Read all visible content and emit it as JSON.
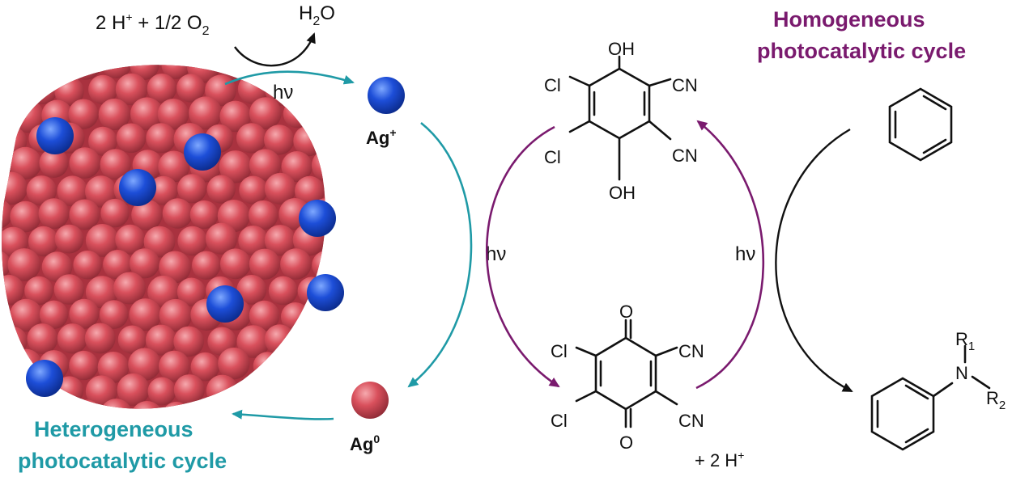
{
  "reaction_top": {
    "reactants": "2 H",
    "reactants_sup": "+",
    "reactants_tail": " + 1/2 O",
    "reactants_sub": "2",
    "product": "H",
    "product_sub": "2",
    "product_tail": "O"
  },
  "hv_label": "hν",
  "silver_ion": {
    "base": "Ag",
    "sup": "+"
  },
  "silver_metal": {
    "base": "Ag",
    "sup": "0"
  },
  "hetero_title": {
    "line1": "Heterogeneous",
    "line2": "photocatalytic cycle"
  },
  "homo_title": {
    "line1": "Homogeneous",
    "line2": "photocatalytic cycle"
  },
  "hydroquinone": {
    "oh_top": "OH",
    "oh_bottom": "OH",
    "cl1": "Cl",
    "cl2": "Cl",
    "cn1": "CN",
    "cn2": "CN"
  },
  "quinone": {
    "o_top": "O",
    "o_bottom": "O",
    "cl1": "Cl",
    "cl2": "Cl",
    "cn1": "CN",
    "cn2": "CN"
  },
  "protons": {
    "text": "+ 2 H",
    "sup": "+"
  },
  "amine": {
    "n": "N",
    "r1": "R",
    "r1_sub": "1",
    "r2": "R",
    "r2_sub": "2"
  },
  "colors": {
    "teal": "#1f9aa6",
    "purple": "#7a1a6e",
    "nanoparticle": "#d9505c",
    "silver_ion": "#1d4ed8",
    "text": "#111111"
  }
}
